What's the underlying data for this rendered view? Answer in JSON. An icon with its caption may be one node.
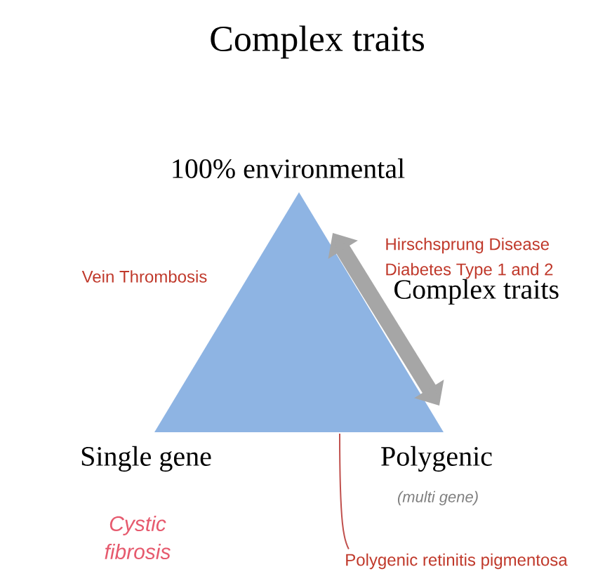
{
  "diagram": {
    "title": "Complex traits",
    "nodes": [
      {
        "text": [],
        "shape": "triangle"
      },
      {
        "text": [
          "Polygenic retinitis pigmentosa"
        ]
      }
    ],
    "edges": [
      {
        "from": 1,
        "to": 0,
        "arrow": "none",
        "color": "#c0504d"
      }
    ],
    "labels": [
      "100% environmental",
      "Hirschsprung Disease",
      "Diabetes Type 1 and 2",
      "Vein Thrombosis",
      "Complex traits",
      "Single gene",
      "Polygenic",
      "(multi gene)",
      "Cystic fibrosis"
    ]
  }
}
